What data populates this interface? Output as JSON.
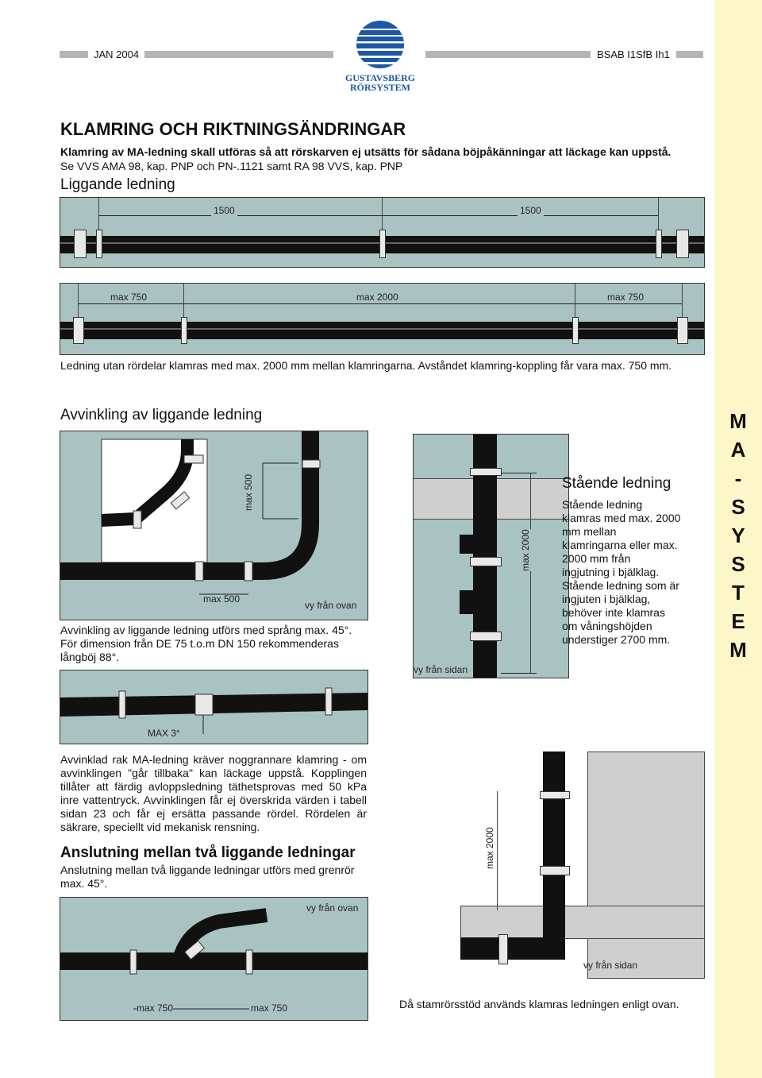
{
  "header": {
    "date": "JAN 2004",
    "code": "BSAB I1SfB Ih1",
    "logo_line1": "GUSTAVSBERG",
    "logo_line2": "RÖRSYSTEM"
  },
  "side_title": [
    "M",
    "A",
    "-",
    "S",
    "Y",
    "S",
    "T",
    "E",
    "M"
  ],
  "title": "KLAMRING OCH RIKTNINGSÄNDRINGAR",
  "intro_bold": "Klamring av MA-ledning skall utföras så att rörskarven ej utsätts för sådana böjpåkänningar att läckage kan uppstå.",
  "intro_ref": "Se  VVS AMA 98, kap. PNP och PN-.1121 samt RA 98 VVS, kap. PNP",
  "liggande": {
    "heading": "Liggande ledning",
    "fig1_dims": [
      "1500",
      "1500"
    ],
    "fig2_dims": [
      "max 750",
      "max 2000",
      "max 750"
    ],
    "caption": "Ledning utan rördelar klamras med max. 2000 mm mellan klamringarna. Avståndet klamring-koppling får vara max. 750 mm."
  },
  "avvinkling": {
    "heading": "Avvinkling av liggande ledning",
    "dim_vertical": "max 500",
    "dim_horizontal": "max 500",
    "view": "vy från ovan",
    "caption": "Avvinkling av liggande ledning utförs med språng max. 45°. För dimension från DE 75 t.o.m DN 150 rekommenderas långböj 88°."
  },
  "staende": {
    "view": "vy från sidan",
    "dim": "max 2000",
    "heading": "Stående ledning",
    "text": "Stående ledning klamras med max. 2000 mm mellan klamringarna eller max. 2000 mm från ingjutning i bjälklag. Stående ledning som är ingjuten i bjälklag, behöver inte klamras om våningshöjden understiger 2700 mm."
  },
  "rak": {
    "dim": "MAX 3°",
    "text": "Avvinklad rak MA-ledning kräver noggrannare klamring - om avvinklingen \"går tillbaka\" kan läckage uppstå. Kopplingen tillåter att färdig avloppsledning täthetsprovas med 50 kPa inre vattentryck. Avvinklingen får ej överskrida värden i tabell sidan 23 och får ej ersätta passande rördel. Rördelen är säkrare, speciellt vid mekanisk rensning."
  },
  "anslutning": {
    "heading": "Anslutning mellan två liggande ledningar",
    "text": "Anslutning mellan två liggande ledningar utförs med grenrör max. 45°.",
    "view": "vy från ovan",
    "dims": [
      "max 750",
      "max 750"
    ]
  },
  "stamror": {
    "dim": "max 2000",
    "view": "vy från sidan",
    "caption": "Då stamrörsstöd används klamras ledningen enligt ovan."
  },
  "colors": {
    "panel": "#a9c3c3",
    "sidebar": "#fdf6c8",
    "pipe": "#111111",
    "logo": "#1c58a6"
  }
}
